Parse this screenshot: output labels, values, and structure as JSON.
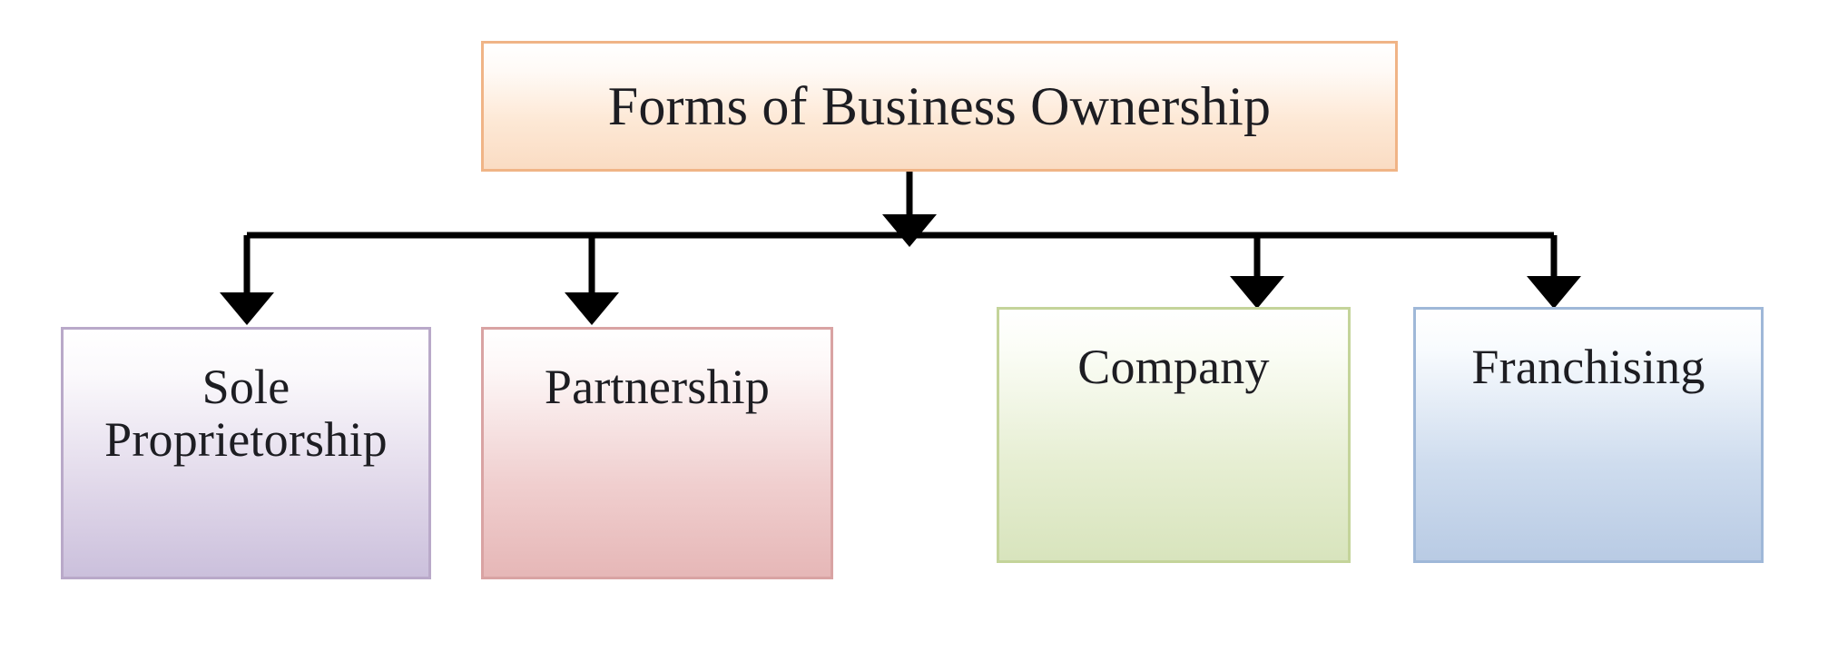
{
  "diagram": {
    "title": "Forms of Business Ownership",
    "type": "hierarchy-tree",
    "orientation": "top-down",
    "background_color": "#ffffff",
    "root": {
      "label": "Forms of Business Ownership",
      "fill_top_color": "#ffffff",
      "fill_bottom_color": "#fadcc3",
      "border_color": "#f0b486",
      "text_color": "#1d1d22"
    },
    "children": [
      {
        "label": "Sole\nProprietorship",
        "fill_top_color": "#ffffff",
        "fill_bottom_color": "#cbc0dc",
        "border_color": "#b9a9c9",
        "text_color": "#1d1d22"
      },
      {
        "label": "Partnership",
        "fill_top_color": "#ffffff",
        "fill_bottom_color": "#e6b7b7",
        "border_color": "#d9a3a3",
        "text_color": "#1d1d22"
      },
      {
        "label": "Company",
        "fill_top_color": "#ffffff",
        "fill_bottom_color": "#d8e4bd",
        "border_color": "#c4d49a",
        "text_color": "#1d1d22"
      },
      {
        "label": "Franchising",
        "fill_top_color": "#ffffff",
        "fill_bottom_color": "#b9cbe4",
        "border_color": "#9fb8d8",
        "text_color": "#1d1d22"
      }
    ],
    "connector": {
      "color": "#000000",
      "style": "elbow-with-arrowheads",
      "count": 5
    }
  }
}
